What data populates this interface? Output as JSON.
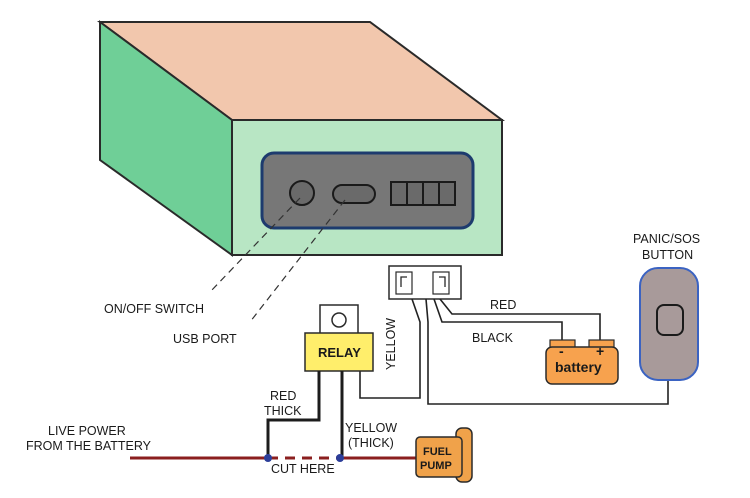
{
  "labels": {
    "onoff_switch": "ON/OFF SWITCH",
    "usb_port": "USB PORT",
    "panic_line1": "PANIC/SOS",
    "panic_line2": "BUTTON",
    "relay": "RELAY",
    "yellow_vertical": "YELLOW",
    "red_wire": "RED",
    "black_wire": "BLACK",
    "battery": "battery",
    "battery_minus": "-",
    "battery_plus": "+",
    "red_thick_line1": "RED",
    "red_thick_line2": "THICK",
    "live_power_line1": "LIVE POWER",
    "live_power_line2": "FROM THE BATTERY",
    "yellow_thick_line1": "YELLOW",
    "yellow_thick_line2": "(THICK)",
    "cut_here": "CUT HERE",
    "fuel_line1": "FUEL",
    "fuel_line2": "PUMP"
  },
  "colors": {
    "box_top": "#f2c7ad",
    "box_side": "#6fcf97",
    "box_front": "#b8e6c4",
    "panel": "#777777",
    "panel_border": "#1d3b6e",
    "relay_fill": "#ffee6b",
    "battery_fill": "#f7a24e",
    "fuel_pump_fill": "#f0a24a",
    "panic_fill": "#a89a9a",
    "panic_border": "#3b63c2",
    "live_wire": "#8b1f1f",
    "junction": "#2c3e99"
  }
}
